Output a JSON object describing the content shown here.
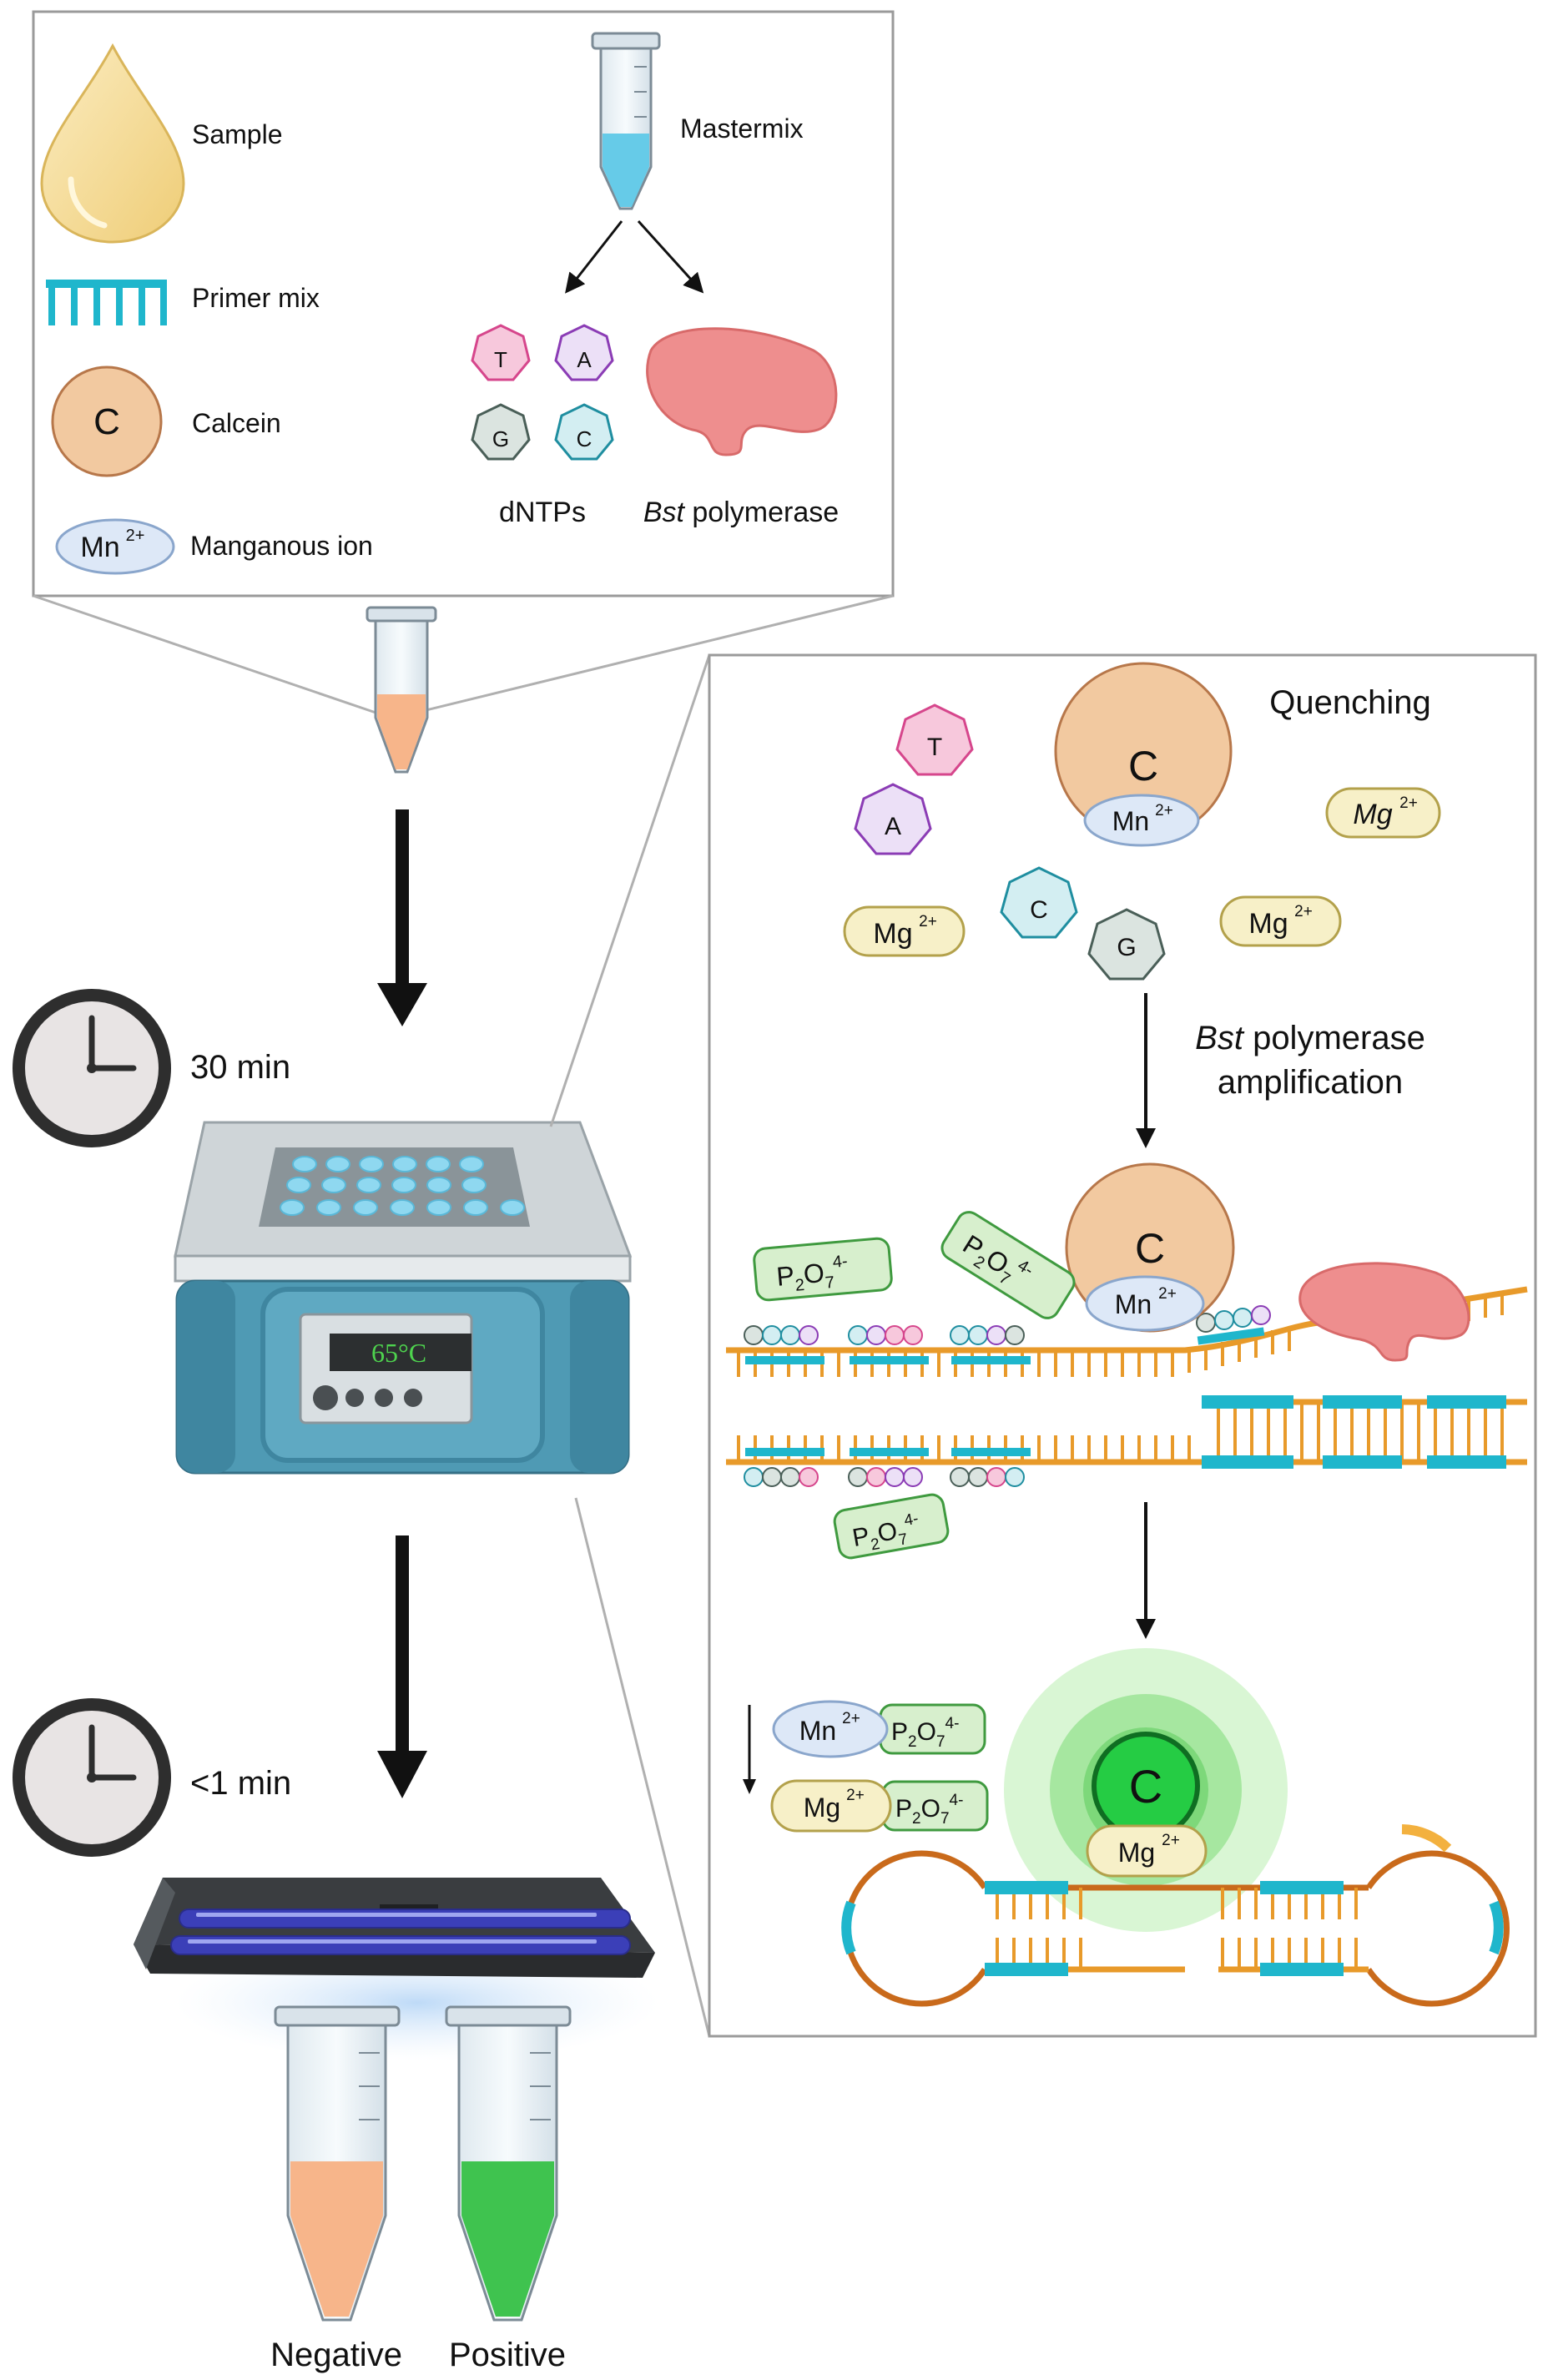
{
  "legend": {
    "sample": "Sample",
    "primer_mix": "Primer mix",
    "calcein": "Calcein",
    "calcein_letter": "C",
    "manganous_ion": "Manganous ion",
    "mastermix": "Mastermix",
    "dntps": "dNTPs",
    "polymerase_italic": "Bst",
    "polymerase_rest": " polymerase",
    "mn_base": "Mn",
    "mn_sup": "2+"
  },
  "nucleotides": {
    "t": "T",
    "a": "A",
    "g": "G",
    "c": "C"
  },
  "steps": {
    "time1": "30 min",
    "time2": "<1 min",
    "display_temp": "65°C",
    "negative": "Negative",
    "positive": "Positive"
  },
  "mechanism": {
    "title": "Quenching",
    "calcein_letter": "C",
    "mn_base": "Mn",
    "mg_base": "Mg",
    "ion_sup": "2+",
    "ppi_p": "P",
    "ppi_2": "2",
    "ppi_o": "O",
    "ppi_7": "7",
    "ppi_sup": "4-",
    "amp_italic": "Bst",
    "amp_rest": " polymerase",
    "amp_line2": "amplification"
  },
  "colors": {
    "sample": "#f3d98c",
    "primer": "#1fb6cc",
    "calcein": "#f2c9a0",
    "mn_fill": "#dde8f7",
    "mg_fill": "#f7f0c8",
    "ppi_fill": "#d7efcd",
    "polymerase": "#ee8e8e",
    "incubator": "#4f9ab4",
    "dna_orange": "#e89a2a",
    "dna_brown": "#c96a1b",
    "fluor_green": "#22cc44",
    "negative_liquid": "#f7b58a",
    "positive_liquid": "#3fc34f"
  },
  "icons": [
    "droplet-icon",
    "tube-icon",
    "clock-icon",
    "heat-block-icon",
    "uv-lamp-icon",
    "polymerase-icon",
    "dna-icon"
  ]
}
